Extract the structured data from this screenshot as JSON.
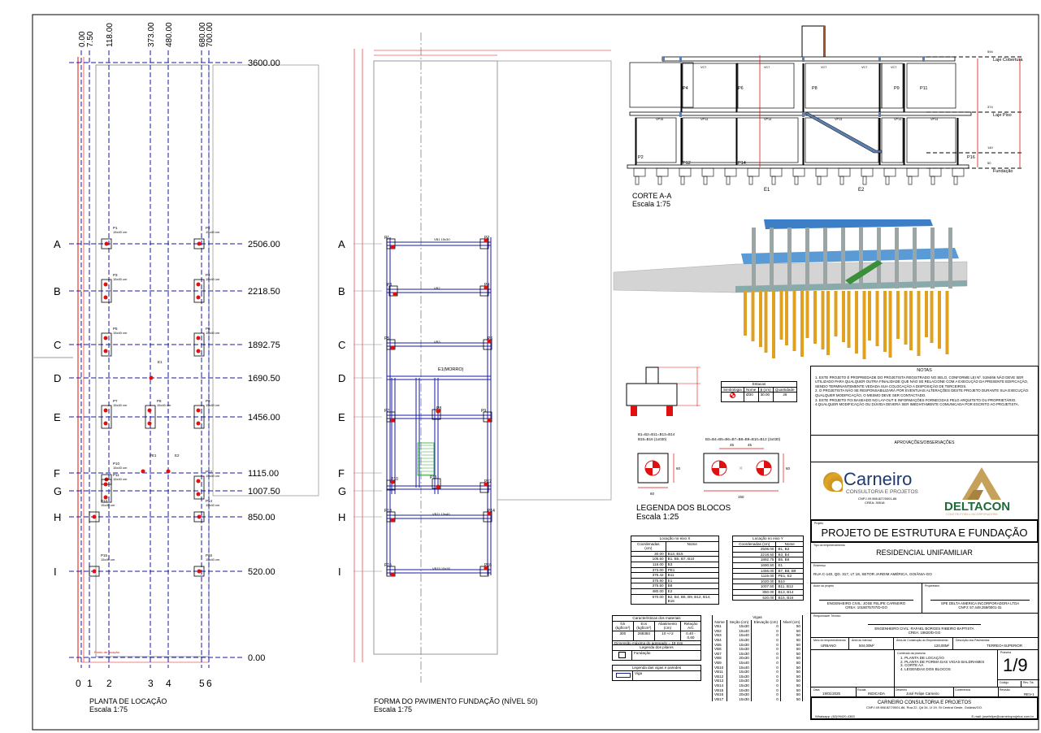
{
  "location_plan": {
    "title": "PLANTA DE LOCAÇÃO",
    "scale": "Escala 1:75",
    "x_coords": [
      "0.00",
      "7.50",
      "118.00",
      "373.00",
      "480.00",
      "680.00",
      "700.00"
    ],
    "x_axes": [
      "0",
      "1",
      "2",
      "3",
      "4",
      "5",
      "6"
    ],
    "top_value": "3600.00",
    "bottom_value": "0.00",
    "rows": [
      {
        "label": "A",
        "value": "2506.00"
      },
      {
        "label": "B",
        "value": "2218.50"
      },
      {
        "label": "C",
        "value": "1892.75"
      },
      {
        "label": "D",
        "value": "1690.50"
      },
      {
        "label": "E",
        "value": "1456.00"
      },
      {
        "label": "F",
        "value": "1115.00"
      },
      {
        "label": "G",
        "value": "1007.50"
      },
      {
        "label": "H",
        "value": "850.00"
      },
      {
        "label": "I",
        "value": "520.00"
      }
    ],
    "pillars": [
      "P1",
      "P2",
      "P3",
      "P4",
      "P5",
      "P6",
      "E1",
      "P7",
      "P8",
      "P9",
      "PE1",
      "E2",
      "P10",
      "P11",
      "P12",
      "P13",
      "P14",
      "P15",
      "P16"
    ],
    "pillar_note": "15x40 cm",
    "origin_note": "Ponto de locação"
  },
  "foundation_plan": {
    "title": "FORMA DO PAVIMENTO FUNDAÇÃO (NÍVEL 50)",
    "scale": "Escala 1:75",
    "rows": [
      "A",
      "B",
      "C",
      "D",
      "E",
      "F",
      "G",
      "H",
      "I"
    ],
    "pillars": [
      "P1",
      "P2",
      "P3",
      "P4",
      "P5",
      "P6",
      "P7",
      "P8",
      "P9",
      "P10",
      "P11",
      "P12",
      "P13",
      "P14",
      "P15",
      "P16"
    ],
    "annotation": "E1(MORRO)",
    "beams": [
      "VB1 15x30",
      "VB2",
      "VB3",
      "VB11 15x40",
      "VB15 15x30"
    ]
  },
  "section": {
    "title": "CORTE A-A",
    "scale": "Escala 1:75",
    "levels": [
      {
        "name": "Laje Cobertura",
        "value": "594"
      },
      {
        "name": "Laje Piso",
        "value": "374"
      },
      {
        "name": "",
        "value": "140"
      },
      {
        "name": "Fundação",
        "value": "50"
      }
    ],
    "pillars": [
      "P2",
      "P4",
      "P6",
      "P8",
      "P9",
      "P11",
      "P12",
      "P14",
      "P16"
    ],
    "stakes": [
      "E1",
      "E2"
    ],
    "beams": [
      "VP15",
      "VP14",
      "VP14",
      "VP13",
      "VP14",
      "VP14",
      "VC7",
      "VC7",
      "VC7",
      "VC7",
      "VC7"
    ]
  },
  "blocks_legend": {
    "title": "LEGENDA DOS BLOCOS",
    "scale": "Escala 1:25",
    "caption1": "B1=B2=B11=B13=B14 B15=B16 (1x030)",
    "caption2": "B3=B4=B5=B6=B7=B8=B9=B10=B12 (2x030)",
    "dim_small_w": "60",
    "dim_small_h": "60",
    "dim_big_w": "150",
    "dim_big_h": "60",
    "dim_a": "45",
    "dim_b": "45",
    "stakes_table": {
      "title": "Estacas",
      "headers": [
        "Simbologia",
        "Nome",
        "ϕ (cm)",
        "Quantidade"
      ],
      "row": [
        "Ø30",
        "30.00",
        "28"
      ]
    }
  },
  "loc_x": {
    "title": "Locação no eixo X",
    "headers": [
      "Coordenadas (cm)",
      "Nome"
    ],
    "rows": [
      [
        "30.00",
        "B13, B15"
      ],
      [
        "105.50",
        "B1, B5, B7, B10"
      ],
      [
        "118.00",
        "B3"
      ],
      [
        "373.00",
        "PE1"
      ],
      [
        "375.42",
        "B11"
      ],
      [
        "375.50",
        "E1"
      ],
      [
        "375.50",
        "B8"
      ],
      [
        "480.00",
        "E2"
      ],
      [
        "670.00",
        "B2, B4, B6, B9, B12, B14, B16"
      ]
    ]
  },
  "loc_y": {
    "title": "Locação no eixo Y",
    "headers": [
      "Coordenadas (cm)",
      "Nome"
    ],
    "rows": [
      [
        "2506.00",
        "B1, B2"
      ],
      [
        "2218.50",
        "B3, B4"
      ],
      [
        "1892.75",
        "B5, B6"
      ],
      [
        "1690.50",
        "E1"
      ],
      [
        "1456.00",
        "B7, B8, B9"
      ],
      [
        "1115.00",
        "PE1, E2"
      ],
      [
        "1020.00",
        "B10"
      ],
      [
        "1007.50",
        "B11, B12"
      ],
      [
        "850.00",
        "B13, B14"
      ],
      [
        "520.00",
        "B15, B16"
      ]
    ]
  },
  "materials": {
    "title": "Características dos materiais",
    "headers": [
      "fck (kgf/cm²)",
      "Ecs (kgf/cm²)",
      "Abatimento (cm)",
      "Relação A/C"
    ],
    "row": [
      "300",
      "268384",
      "10 +/-2",
      "0,40 - 0,60"
    ],
    "note": "Dimensão máxima do agregado = 19 mm"
  },
  "pillar_legend": {
    "title": "Legenda dos pilares",
    "item": "Fundação"
  },
  "beam_legend": {
    "title": "Legenda das vigas e paredes",
    "item": "Viga"
  },
  "beams_table": {
    "title": "Vigas",
    "headers": [
      "Nome",
      "Seção (cm)",
      "Elevação (cm)",
      "Nível (cm)"
    ],
    "rows": [
      [
        "VB1",
        "15x30",
        "0",
        "50"
      ],
      [
        "VB2",
        "15x40",
        "0",
        "50"
      ],
      [
        "VB3",
        "15x40",
        "0",
        "50"
      ],
      [
        "VB4",
        "15x30",
        "0",
        "50"
      ],
      [
        "VB5",
        "15x30",
        "0",
        "50"
      ],
      [
        "VB6",
        "15x30",
        "0",
        "50"
      ],
      [
        "VB7",
        "15x30",
        "0",
        "50"
      ],
      [
        "VB8",
        "20x30",
        "0",
        "50"
      ],
      [
        "VB9",
        "15x40",
        "0",
        "50"
      ],
      [
        "VB10",
        "15x40",
        "0",
        "50"
      ],
      [
        "VB11",
        "15x30",
        "0",
        "50"
      ],
      [
        "VB12",
        "15x30",
        "0",
        "50"
      ],
      [
        "VB13",
        "15x30",
        "0",
        "50"
      ],
      [
        "VB14",
        "15x30",
        "0",
        "50"
      ],
      [
        "VB15",
        "15x30",
        "0",
        "50"
      ],
      [
        "VB16",
        "20x30",
        "0",
        "50"
      ],
      [
        "VB17",
        "15x30",
        "0",
        "50"
      ]
    ]
  },
  "notes": {
    "title": "NOTAS",
    "items": [
      "1. ESTE PROJETO É PROPRIEDADE DO PROJETISTA REGISTRADO NO SELO, CONFORME LEI Nº. 5194/66 NÃO DEVE SER UTILIZADO PARA QUALQUER OUTRA FINALIDADE QUE NÃO SE RELACIONE COM A EXECUÇÃO DA PRESENTE EDIFICAÇÃO, SENDO TERMINANTEMENTE VEDADA SUA COLOCAÇÃO A DISPOSIÇÃO DE TERCEIROS.",
      "2. O PROJETISTA NÃO SE RESPONSABILIZARÁ POR EVENTUAIS ALTERAÇÕES DESTE PROJETO DURANTE SUA EXECUÇÃO. QUALQUER MODIFICAÇÃO, O MESMO DEVE SER CONTACTADO.",
      "3. ESTE PROJETO FOI BASEADO NO LAY-OUT E INFORMAÇÕES FORNECIDAS PELO ARQUITETO OU PROPRIETÁRIO.",
      "4.QUALQUER MODIFICAÇÃO OU DÚVIDA DEVERÁ SER IMEDIATAMENTE COMUNICADA POR ESCRITO AO PROJETISTA."
    ]
  },
  "approvals": {
    "title": "APROVAÇÕES/OBSERVAÇÕES"
  },
  "logos": {
    "carneiro": "Carneiro",
    "carneiro_sub": "CONSULTORIA E PROJETOS",
    "carneiro_cnpj": "CNPJ 49.986.827/0001-86",
    "carneiro_crea": "CREA: 39518",
    "deltacon": "DELTACON",
    "deltacon_sub": "CONSTRUTORA e INCORPORADORA"
  },
  "title_block": {
    "project_label": "Projeto",
    "project": "PROJETO DE ESTRUTURA E FUNDAÇÃO",
    "type_label": "Tipo do empreendimento",
    "type": "RESIDENCIAL UNIFAMILIAR",
    "address_label": "Endereço",
    "address": "RUA C-140, QD. 317, LT 18, SETOR JARDIM AMÉRICA, GOIÂNIA-GO",
    "author_label": "Autor do projeto",
    "author": "ENGENHEIRO CIVIL: JOSE FELIPE CARNEIRO",
    "author_crea": "CREA: 1018075707/D-GO",
    "owner_label": "Proprietário",
    "owner": "SPE DELTA AMERICA INCORPORADORA LTDA",
    "owner_cnpj": "CNPJ: 57.449.259/0001-31",
    "resp_label": "Responsável Técnico",
    "resp": "ENGENHEIRO CIVIL: RAFAEL BORGES RIBEIRO BAPTISTA",
    "resp_crea": "CREA: 19820/D-GO",
    "env_label": "Meio do empreendimento",
    "env": "URBANO",
    "lot_label": "Área do lote/ual",
    "lot": "504,00M²",
    "built_label": "Área de Construção do Empreendimento",
    "built": "120,00M²",
    "floors_label": "Descrição dos Pavimentos",
    "floors": "TERREO+SUPERIOR",
    "contents_label": "Conteúdo da prancha",
    "contents": [
      "1.   PLANTA DE LOCAÇÃO",
      "2.   PLANTA DE FORMA DAS VIGAS BALDRAMES",
      "3.   CORTE AA",
      "4.   LEGENDAS DOS BLOCOS"
    ],
    "sheet_label": "Prancha",
    "sheet": "1/9",
    "cod_label": "Código",
    "rev_label": "Rev. Tot.",
    "date_label": "Data",
    "date": "19/01/2025",
    "scale_label": "Escala",
    "scale": "INDICADA",
    "drawing_label": "Desenho",
    "drawing": "José Felipe Carneiro",
    "check_label": "Conferência",
    "revision_label": "Revisão",
    "revision": "REV-1",
    "company": "CARNEIRO CONSULTORIA E PROJETOS",
    "company_address": "CNPJ 49.986.827/0001-86, Rua 22, Qd 34, Lt 19, St Central Oeste, Goiânia/GO.",
    "whatsapp": "Whatsapp: (62)99420-4383",
    "email": "E-mail: josefelipe@carneiroprojetos.com.br"
  }
}
